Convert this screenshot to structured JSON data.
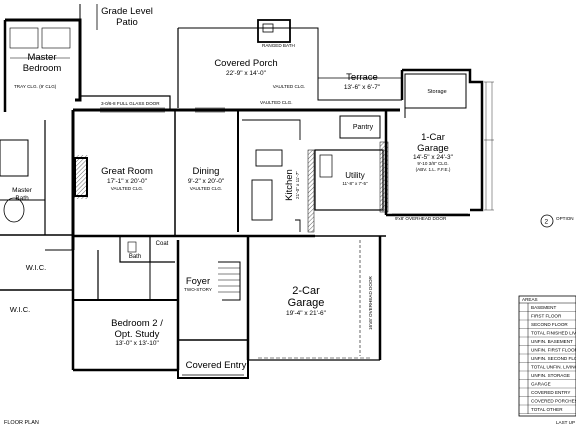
{
  "rooms": [
    {
      "id": "grade-patio",
      "lines": [
        "Grade Level",
        "Patio"
      ]
    },
    {
      "id": "master-bedroom",
      "lines": [
        "Master",
        "Bedroom"
      ]
    },
    {
      "id": "covered-porch",
      "lines": [
        "Covered Porch"
      ],
      "dims": [
        "22'-9\" x 14'-0\"",
        "VAULTED CLG."
      ]
    },
    {
      "id": "terrace",
      "lines": [
        "Terrace"
      ],
      "dims": [
        "13'-6\" x 6'-7\""
      ]
    },
    {
      "id": "storage",
      "lines": [
        "Storage"
      ]
    },
    {
      "id": "one-car-garage",
      "lines": [
        "1-Car",
        "Garage"
      ],
      "dims": [
        "14'-5\" x 24'-3\"",
        "9'-10 3/8\" CLG.",
        "(ABV. 1.L. F.F.E.)"
      ]
    },
    {
      "id": "great-room",
      "lines": [
        "Great Room"
      ],
      "dims": [
        "17'-1\" x 20'-0\"",
        "VAULTED CLG."
      ]
    },
    {
      "id": "dining",
      "lines": [
        "Dining"
      ],
      "dims": [
        "9'-2\" x 20'-0\"",
        "VAULTED CLG."
      ]
    },
    {
      "id": "kitchen",
      "lines": [
        "Kitchen"
      ],
      "dims": [
        "21'-0\" x 11'-7\""
      ]
    },
    {
      "id": "pantry",
      "lines": [
        "Pantry"
      ]
    },
    {
      "id": "utility",
      "lines": [
        "Utility"
      ],
      "dims": [
        "11'-8\" x 7'-5\""
      ]
    },
    {
      "id": "master-bath",
      "lines": [
        "Master",
        "Bath"
      ]
    },
    {
      "id": "wic-1",
      "lines": [
        "W.I.C."
      ]
    },
    {
      "id": "wic-2",
      "lines": [
        "W.I.C."
      ]
    },
    {
      "id": "foyer",
      "lines": [
        "Foyer"
      ],
      "dims": [
        "TWO-STORY"
      ]
    },
    {
      "id": "two-car-garage",
      "lines": [
        "2-Car",
        "Garage"
      ],
      "dims": [
        "19'-4\" x 21'-6\""
      ]
    },
    {
      "id": "bedroom-2",
      "lines": [
        "Bedroom 2 /",
        "Opt. Study"
      ],
      "dims": [
        "13'-0\" x 13'-10\""
      ]
    },
    {
      "id": "covered-entry",
      "lines": [
        "Covered Entry"
      ]
    },
    {
      "id": "coat",
      "lines": [
        "Coat"
      ]
    },
    {
      "id": "bath",
      "lines": [
        "Bath"
      ]
    }
  ],
  "areas_table": {
    "title": "AREAS",
    "rows": [
      "BASEMENT",
      "FIRST FLOOR",
      "SECOND FLOOR",
      "TOTAL FINISHED LIVING",
      "UNFIN. BASEMENT",
      "UNFIN. FIRST FLOOR",
      "UNFIN. SECOND FLOOR",
      "TOTAL UNFIN. LIVING",
      "UNFIN. STORAGE",
      "GARAGE",
      "COVERED ENTRY",
      "COVERED PORCHES",
      "TOTAL OTHER"
    ],
    "footer": "LAST UP"
  },
  "plan_title": "FLOOR PLAN",
  "detail_marker": {
    "number": "2",
    "label": "OPTION"
  },
  "notes": {
    "ranged_bath": "RANGED BATH",
    "vaulted_clg": "VAULTED CLG.",
    "tray_clg": "TRAY CLG. (9' CLG)",
    "overhead_door": "16'x8' OVERHEAD DOOR",
    "overhead_door_small": "9'x8' OVERHEAD DOOR",
    "full_glass_door": "3-0/6-8 FULL GLASS DOOR"
  }
}
